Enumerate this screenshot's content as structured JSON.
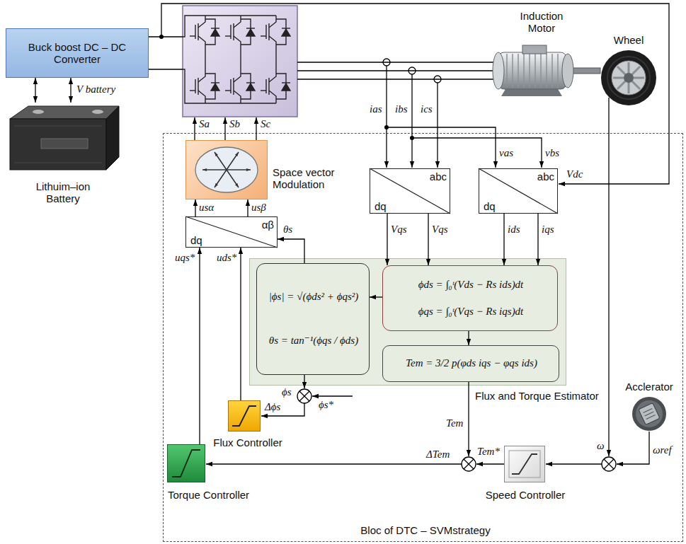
{
  "diagram": {
    "nodes": [
      {
        "text": [
          "Buck boost DC – DC Converter"
        ]
      },
      {
        "text": [
          "Lithuim–ion Battery"
        ]
      },
      {
        "text": [
          "Induction Motor"
        ]
      },
      {
        "text": [
          "Wheel"
        ]
      },
      {
        "text": [
          "Bloc of DTC – SVMstrategy"
        ]
      },
      {
        "text": [
          "Space vector Modulation"
        ],
        "in": 4
      },
      {
        "text": [
          "dq",
          "αβ"
        ],
        "in": 4
      },
      {
        "text": [
          "dq",
          "abc"
        ],
        "in": 4
      },
      {
        "text": [
          "dq",
          "abc"
        ],
        "in": 4
      },
      {
        "text": [
          "Flux and Torque Estimator"
        ],
        "in": 4
      },
      {
        "text": [
          "|ϕs| = √(ϕds² + ϕqs²)",
          "θs = tan⁻¹(ϕqs / ϕds)"
        ],
        "in": 9
      },
      {
        "text": [
          "ϕds = ∫₀ᵗ(Vds − Rs ids)dt",
          "ϕqs = ∫₀ᵗ(Vqs − Rs iqs)dt"
        ],
        "in": 9
      },
      {
        "text": [
          "Tem = 3/2 p(φds iqs − φqs ids)"
        ],
        "in": 9
      },
      {
        "text": [
          "Flux Controller"
        ],
        "in": 4
      },
      {
        "text": [
          "Torque Controller"
        ],
        "in": 4
      },
      {
        "text": [
          "Speed Controller"
        ],
        "in": 4
      },
      {
        "text": [
          "Acclerator"
        ],
        "in": 4
      }
    ],
    "edges": [
      {
        "from": 1,
        "to": 0,
        "arrow": "both"
      },
      {
        "from": 1,
        "to": 0,
        "arrow": "both"
      },
      {
        "from": 6,
        "to": 5,
        "arrow": "to",
        "label": "usα"
      },
      {
        "from": 6,
        "to": 5,
        "arrow": "to",
        "label": "usβ"
      },
      {
        "from": 7,
        "to": 11,
        "arrow": "to",
        "label": "Vqs"
      },
      {
        "from": 7,
        "to": 11,
        "arrow": "to",
        "label": "Vqs"
      },
      {
        "from": 8,
        "to": 11,
        "arrow": "to",
        "label": "ids"
      },
      {
        "from": 8,
        "to": 11,
        "arrow": "to",
        "label": "iqs"
      },
      {
        "from": 11,
        "to": 10,
        "arrow": "to"
      },
      {
        "from": 11,
        "to": 12,
        "arrow": "to"
      },
      {
        "from": 10,
        "to": 6,
        "arrow": "to",
        "label": "θs"
      },
      {
        "from": 13,
        "to": 6,
        "arrow": "to",
        "label": "uds*"
      },
      {
        "from": 14,
        "to": 6,
        "arrow": "to",
        "label": "uqs*"
      }
    ],
    "labels": [
      "V battery",
      "Sa",
      "Sb",
      "Sc",
      "ias",
      "ibs",
      "ics",
      "vas",
      "vbs",
      "Vdc",
      "ϕs",
      "ϕs*",
      "Δϕs",
      "Tem",
      "ΔTem",
      "Tem*",
      "ω",
      "ωref"
    ]
  }
}
